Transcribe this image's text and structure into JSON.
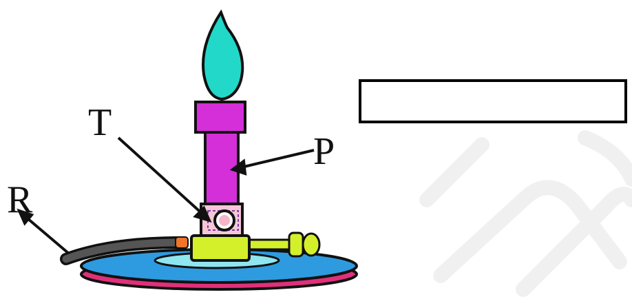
{
  "labels": {
    "t": "T",
    "p": "P",
    "r": "R"
  },
  "answer_box": {
    "value": ""
  },
  "colors": {
    "flame": "#22d8c8",
    "barrel": "#d42fd8",
    "collar": "#f6c6d8",
    "base_block": "#d4f02a",
    "base_plate": "#2e9be0",
    "base_rim": "#e0307a",
    "hose": "#555555"
  },
  "icons": [
    "bunsen-burner-icon",
    "flame-icon",
    "arrow-icon"
  ]
}
